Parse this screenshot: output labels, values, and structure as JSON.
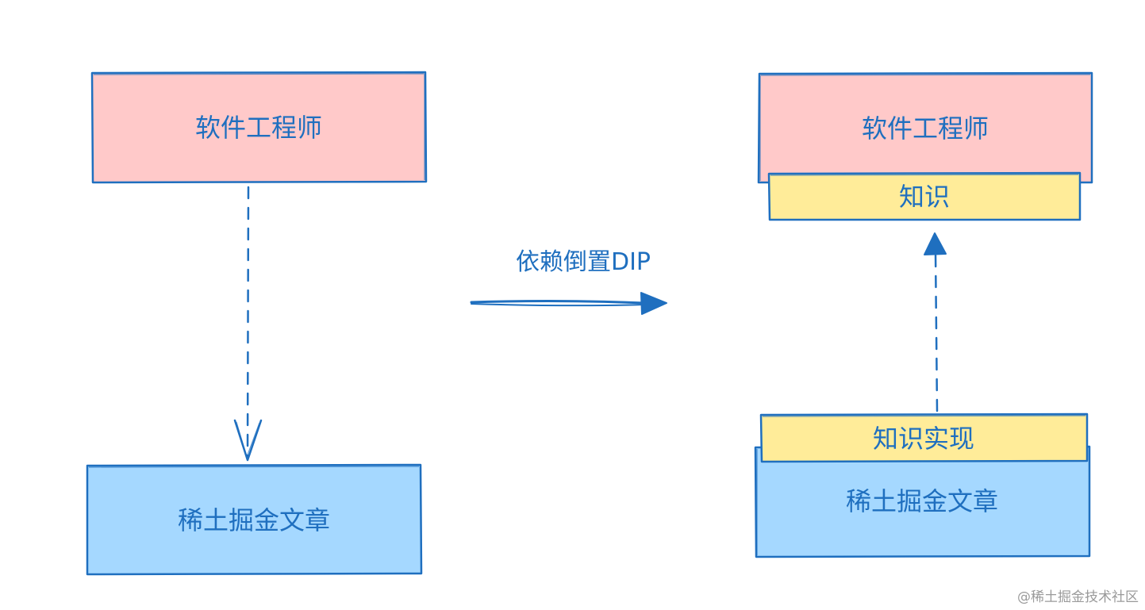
{
  "colors": {
    "stroke": "#1f6fbf",
    "engineer_fill": "#ffc9c9",
    "knowledge_fill": "#ffec99",
    "article_fill": "#a5d8ff",
    "text": "#1f6fbf",
    "watermark": "#9a9a9a"
  },
  "left": {
    "top_box": {
      "label": "软件工程师"
    },
    "bottom_box": {
      "label": "稀土掘金文章"
    }
  },
  "middle": {
    "arrow_label": "依赖倒置DIP"
  },
  "right": {
    "top_box": {
      "label": "软件工程师"
    },
    "interface_box": {
      "label": "知识"
    },
    "impl_box": {
      "label": "知识实现"
    },
    "bottom_box": {
      "label": "稀土掘金文章"
    }
  },
  "watermark": "@稀土掘金技术社区"
}
